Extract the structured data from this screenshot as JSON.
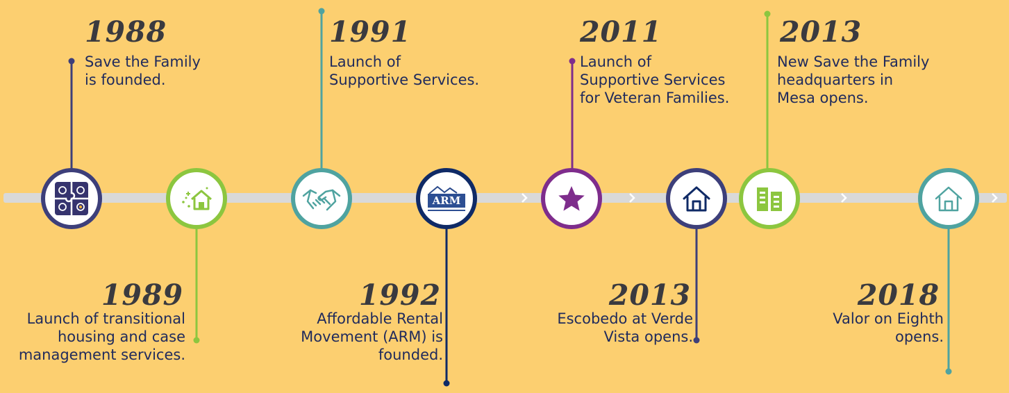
{
  "timeline": {
    "events": [
      {
        "id": "1988",
        "year": "1988",
        "lines": [
          "Save the Family",
          "is founded."
        ],
        "color": "#3d3f7a",
        "icon": "puzzle-logo-icon",
        "icon_label": ""
      },
      {
        "id": "1989",
        "year": "1989",
        "lines": [
          "Launch of transitional",
          "housing and case",
          "management services."
        ],
        "color": "#8cc63f",
        "icon": "sparkle-house-icon",
        "icon_label": ""
      },
      {
        "id": "1991",
        "year": "1991",
        "lines": [
          "Launch of",
          "Supportive Services."
        ],
        "color": "#4fa3a0",
        "icon": "handshake-icon",
        "icon_label": ""
      },
      {
        "id": "1992",
        "year": "1992",
        "lines": [
          "Affordable Rental",
          "Movement (ARM) is",
          "founded."
        ],
        "color": "#0f2a66",
        "icon": "arm-logo-icon",
        "icon_label": "ARM"
      },
      {
        "id": "2011",
        "year": "2011",
        "lines": [
          "Launch of",
          "Supportive Services",
          "for Veteran Families."
        ],
        "color": "#7e2d8c",
        "icon": "star-icon",
        "icon_label": ""
      },
      {
        "id": "2013a",
        "year": "2013",
        "lines": [
          "Escobedo at Verde",
          "Vista opens."
        ],
        "color": "#3d3f7a",
        "icon": "house-icon",
        "icon_label": ""
      },
      {
        "id": "2013b",
        "year": "2013",
        "lines": [
          "New Save the Family",
          "headquarters in",
          "Mesa opens."
        ],
        "color": "#8cc63f",
        "icon": "building-icon",
        "icon_label": ""
      },
      {
        "id": "2018",
        "year": "2018",
        "lines": [
          "Valor on Eighth",
          "opens."
        ],
        "color": "#4fa3a0",
        "icon": "house-outline-icon",
        "icon_label": ""
      }
    ]
  },
  "colors": {
    "background": "#fccf70",
    "track": "#d9d9d9",
    "chevron": "#ffffff",
    "text": "#1f2a5c",
    "year": "#3a3a3f"
  }
}
